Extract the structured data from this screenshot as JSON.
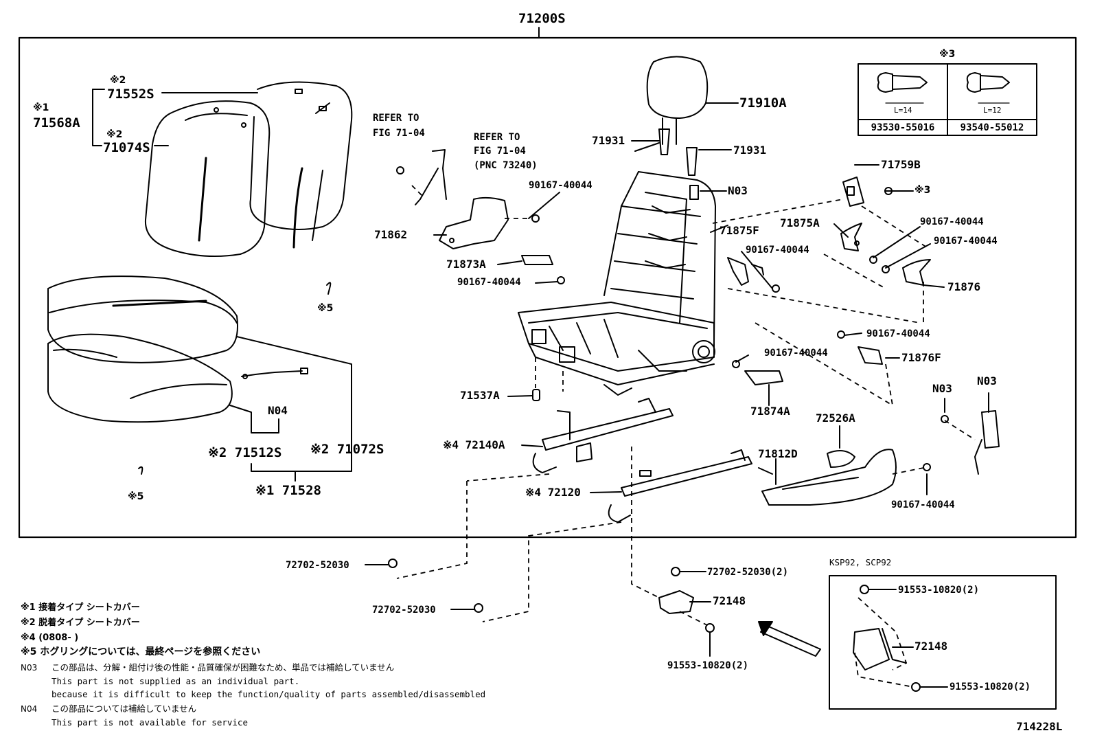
{
  "diagram": {
    "assembly_number": "71200S",
    "figure_code": "714228L",
    "variant_box_title": "KSP92, SCP92",
    "callouts": {
      "p71552S": "71552S",
      "p71568A": "71568A",
      "p71074S": "71074S",
      "mark1_71568A": "※1",
      "mark2_71552S": "※2",
      "mark2_71074S": "※2",
      "p71512S": "※2 71512S",
      "p71072S": "※2 71072S",
      "p71528": "※1 71528",
      "mark5_a": "※5",
      "mark5_b": "※5",
      "n04": "N04",
      "refer1_line1": "REFER TO",
      "refer1_line2": "FIG 71-04",
      "refer2_line1": "REFER TO",
      "refer2_line2": "FIG 71-04",
      "refer2_line3": "(PNC 73240)",
      "p71862": "71862",
      "p90167_a": "90167-40044",
      "p71873A": "71873A",
      "p90167_b": "90167-40044",
      "p71910A": "71910A",
      "p71931_a": "71931",
      "p71931_b": "71931",
      "n03_top": "N03",
      "p71875F": "71875F",
      "p90167_c": "90167-40044",
      "p71759B": "71759B",
      "mark3_clip": "※3",
      "p71875A": "71875A",
      "p90167_d": "90167-40044",
      "p90167_e": "90167-40044",
      "p71876": "71876",
      "p90167_f": "90167-40044",
      "p71876F": "71876F",
      "p90167_g": "90167-40044",
      "p71874A": "71874A",
      "p71537A": "71537A",
      "p72140A": "※4 72140A",
      "p72526A": "72526A",
      "p71812D": "71812D",
      "n03_a": "N03",
      "n03_b": "N03",
      "p90167_h": "90167-40044",
      "p72120": "※4 72120",
      "p72702_a": "72702-52030",
      "p72702_b": "72702-52030",
      "p72702_c": "72702-52030(2)",
      "p72148_a": "72148",
      "p91553_a": "91553-10820(2)",
      "p91553_b": "91553-10820(2)",
      "p72148_b": "72148",
      "p91553_c": "91553-10820(2)"
    },
    "fastener_table": {
      "header": "※3",
      "col1_length": "L=14",
      "col2_length": "L=12",
      "col1_part": "93530-55016",
      "col2_part": "93540-55012"
    },
    "notes": {
      "n1": "※1  接着タイプ  シートカバー",
      "n2": "※2  脱着タイプ  シートカバー",
      "n4": "※4  (0808-       )",
      "n5": "※5  ホグリングについては、最終ページを参照ください",
      "n03_label": "N03",
      "n03_jp": "この部品は、分解・組付け後の性能・品質確保が困難なため、単品では補給していません",
      "n03_en1": "This part is not supplied as an individual part.",
      "n03_en2": "because it is difficult to keep the function/quality of parts assembled/disassembled",
      "n04_label": "N04",
      "n04_jp": "この部品については補給していません",
      "n04_en": "This part is not available for service"
    }
  }
}
